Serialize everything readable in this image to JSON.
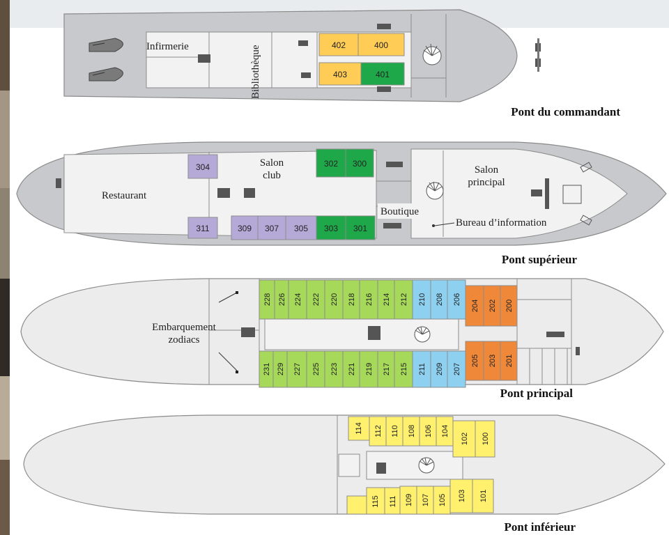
{
  "colors": {
    "cabin_yellow": "#fff06e",
    "cabin_orange_gold": "#ffcc55",
    "cabin_green": "#1fa84a",
    "cabin_purple": "#b5a9d8",
    "cabin_lime": "#a6d85a",
    "cabin_blue": "#8ed0f0",
    "cabin_orange": "#f0883a",
    "hull_gray": "#c7c9cc",
    "floor_light": "#f2f2f2"
  },
  "decks": {
    "commandant": {
      "title": "Pont du commandant",
      "labels": {
        "infirmary": "Infirmerie",
        "library": "Bibliothèque"
      },
      "cabins": [
        "402",
        "400",
        "403",
        "401"
      ]
    },
    "superieur": {
      "title": "Pont supérieur",
      "labels": {
        "restaurant": "Restaurant",
        "salon_club_1": "Salon",
        "salon_club_2": "club",
        "salon_principal_1": "Salon",
        "salon_principal_2": "principal",
        "boutique": "Boutique",
        "bureau": "Bureau d’information"
      },
      "cabins_top": [
        "304",
        "302",
        "300"
      ],
      "cabins_bottom": [
        "311",
        "309",
        "307",
        "305",
        "303",
        "301"
      ]
    },
    "principal": {
      "title": "Pont principal",
      "labels": {
        "embark_1": "Embarquement",
        "embark_2": "zodiacs"
      },
      "cabins_top": [
        "228",
        "226",
        "224",
        "222",
        "220",
        "218",
        "216",
        "214",
        "212",
        "210",
        "208",
        "206",
        "204",
        "202",
        "200"
      ],
      "cabins_bottom": [
        "231",
        "229",
        "227",
        "225",
        "223",
        "221",
        "219",
        "217",
        "215",
        "211",
        "209",
        "207",
        "205",
        "203",
        "201"
      ]
    },
    "inferieur": {
      "title": "Pont inférieur",
      "cabins_top": [
        "114",
        "112",
        "110",
        "108",
        "106",
        "104",
        "102",
        "100"
      ],
      "cabins_bottom": [
        "115",
        "111",
        "109",
        "107",
        "105",
        "103",
        "101"
      ]
    }
  }
}
